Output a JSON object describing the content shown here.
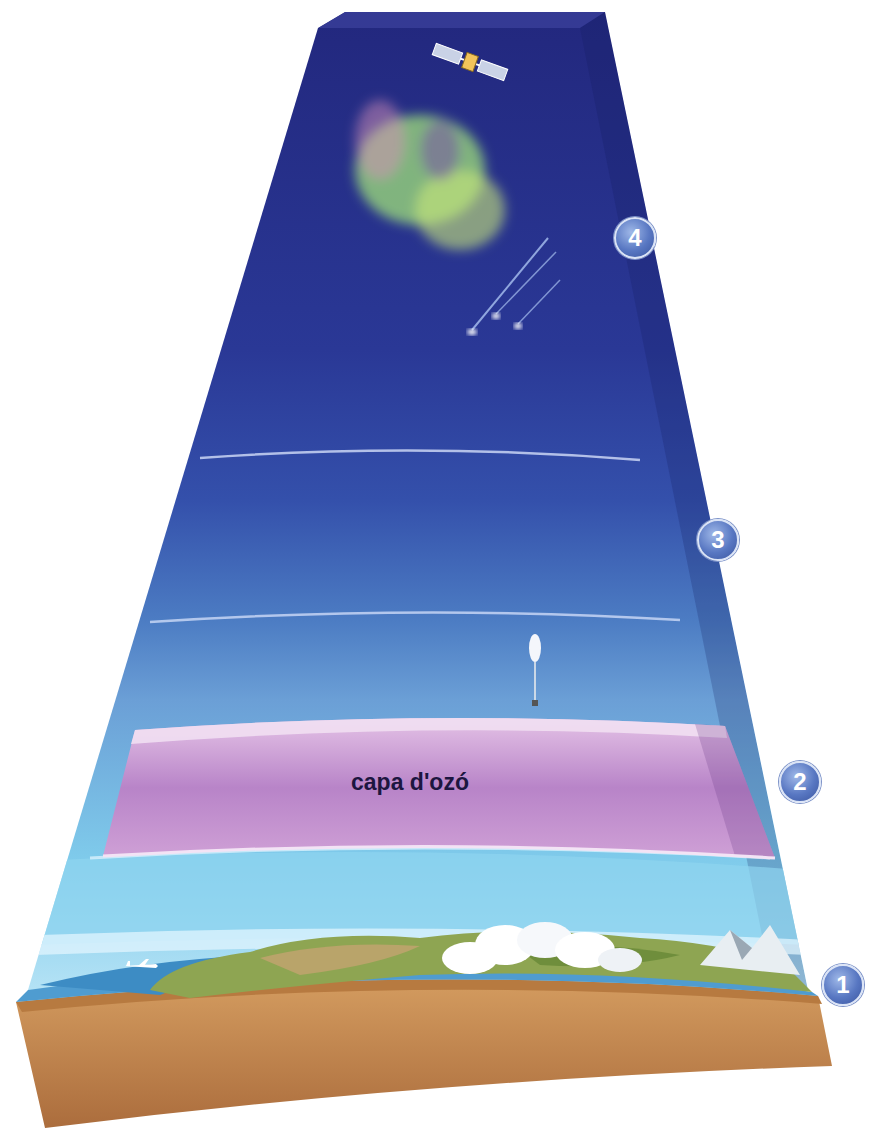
{
  "diagram": {
    "nodes": [
      {
        "text": [
          "4"
        ]
      },
      {
        "text": [
          "3"
        ]
      },
      {
        "text": [
          "capa d'ozó"
        ]
      },
      {
        "text": [
          "2"
        ]
      },
      {
        "text": [
          "1"
        ]
      }
    ]
  }
}
